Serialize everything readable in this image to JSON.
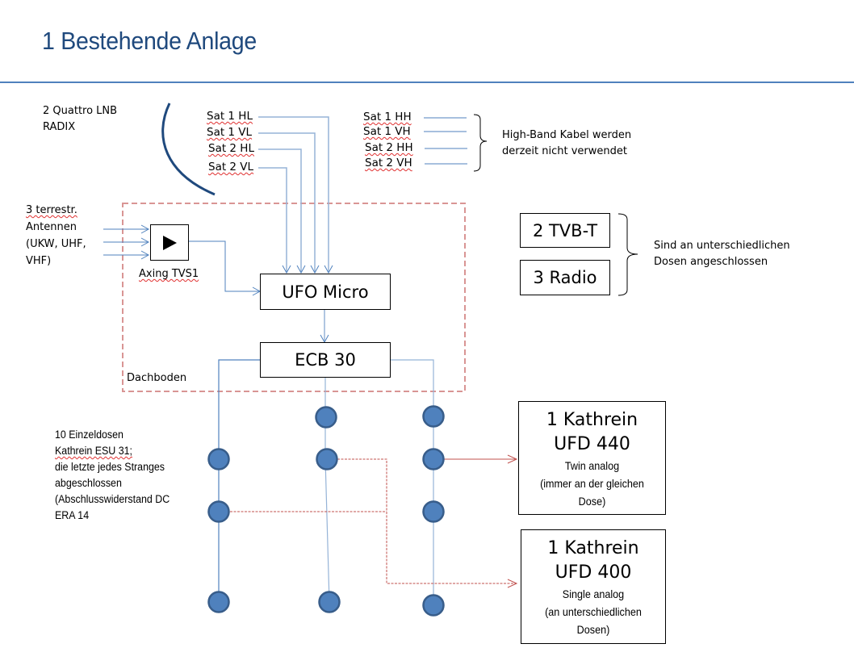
{
  "page": {
    "title": "1  Bestehende Anlage"
  },
  "lnb": {
    "label_line1": "2 Quattro LNB",
    "label_line2": "RADIX",
    "low_band": [
      "Sat 1 HL",
      "Sat 1 VL",
      "Sat 2 HL",
      "Sat 2 VL"
    ],
    "high_band": [
      "Sat 1 HH",
      "Sat 1 VH",
      "Sat 2 HH",
      "Sat 2 VH"
    ],
    "high_band_note_line1": "High-Band Kabel werden",
    "high_band_note_line2": "derzeit nicht verwendet"
  },
  "terrestrial": {
    "label_lines": [
      "3 terrestr.",
      "Antennen",
      "(UKW, UHF,",
      "VHF)"
    ],
    "amplifier_label": "Axing TVS1",
    "amplifier_icon": "play-triangle-icon"
  },
  "attic": {
    "label": "Dachboden",
    "multiswitch": "UFO Micro",
    "distributor": "ECB 30"
  },
  "devices": {
    "tvbt": "2 TVB-T",
    "radio": "3 Radio",
    "note_line1": "Sind  an unterschiedlichen",
    "note_line2": "Dosen angeschlossen"
  },
  "outlets": {
    "count": 10,
    "note_lines": [
      "10 Einzeldosen",
      "Kathrein ESU 31;",
      "die letzte jedes Stranges",
      "abgeschlossen",
      "(Abschlusswiderstand DC",
      "ERA 14"
    ]
  },
  "receivers": [
    {
      "line1": "1 Kathrein",
      "line2": "UFD 440",
      "line3": "Twin analog",
      "line4": "(immer an der gleichen",
      "line5": "Dose)"
    },
    {
      "line1": "1 Kathrein",
      "line2": "UFD 400",
      "line3": "Single analog",
      "line4": "(an unterschiedlichen",
      "line5": "Dosen)"
    }
  ],
  "colors": {
    "title": "#1f497d",
    "rule": "#4f81bd",
    "cable": "#4f81bd",
    "cable_light": "#95b3d7",
    "dashed_border": "#d99594",
    "red_link": "#c0504d",
    "outlet_fill": "#4f81bd",
    "outlet_stroke": "#385d8a",
    "dish_arc": "#1f497d"
  }
}
